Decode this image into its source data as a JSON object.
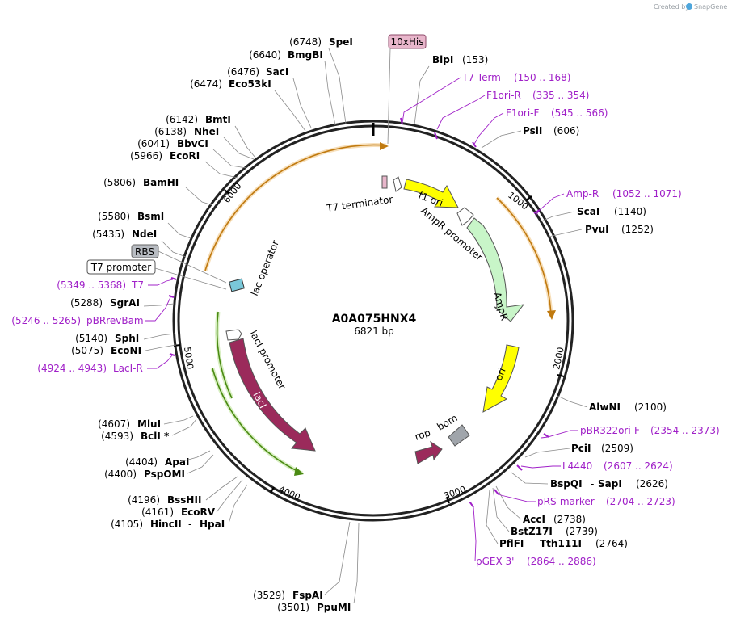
{
  "branding": {
    "created_by": "Created by",
    "app_name": "SnapGene"
  },
  "plasmid": {
    "name": "A0A075HNX4",
    "length_label": "6821 bp"
  },
  "ticks": [
    "1000",
    "2000",
    "3000",
    "4000",
    "5000",
    "6000"
  ],
  "features": {
    "t7_terminator": "T7 terminator",
    "f1_ori": "f1 ori",
    "ampr_promoter": "AmpR promoter",
    "ampr": "AmpR",
    "ori": "ori",
    "rop": "rop",
    "bom": "bom",
    "laci": "lacI",
    "laci_promoter": "lacI promoter",
    "lac_operator": "lac operator"
  },
  "boxed_labels": {
    "his": "10xHis",
    "rbs": "RBS",
    "t7_promoter": "T7 promoter"
  },
  "enzymes": [
    {
      "num": "(6748)",
      "name": "SpeI"
    },
    {
      "num": "(6640)",
      "name": "BmgBI"
    },
    {
      "num": "(6476)",
      "name": "SacI"
    },
    {
      "num": "(6474)",
      "name": "Eco53kI"
    },
    {
      "num": "(6142)",
      "name": "BmtI"
    },
    {
      "num": "(6138)",
      "name": "NheI"
    },
    {
      "num": "(6041)",
      "name": "BbvCI"
    },
    {
      "num": "(5966)",
      "name": "EcoRI"
    },
    {
      "num": "(5806)",
      "name": "BamHI"
    },
    {
      "num": "(5580)",
      "name": "BsmI"
    },
    {
      "num": "(5435)",
      "name": "NdeI"
    },
    {
      "num": "(5288)",
      "name": "SgrAI"
    },
    {
      "num": "(5140)",
      "name": "SphI"
    },
    {
      "num": "(5075)",
      "name": "EcoNI"
    },
    {
      "num": "(4607)",
      "name": "MluI"
    },
    {
      "num": "(4593)",
      "name": "BclI *"
    },
    {
      "num": "(4404)",
      "name": "ApaI"
    },
    {
      "num": "(4400)",
      "name": "PspOMI"
    },
    {
      "num": "(4196)",
      "name": "BssHII"
    },
    {
      "num": "(4161)",
      "name": "EcoRV"
    },
    {
      "num": "(4105)",
      "name": "HincII",
      "name2": "HpaI"
    },
    {
      "num": "(3529)",
      "name": "FspAI"
    },
    {
      "num": "(3501)",
      "name": "PpuMI"
    },
    {
      "num": "(153)",
      "name": "BlpI"
    },
    {
      "num": "(606)",
      "name": "PsiI"
    },
    {
      "num": "(1140)",
      "name": "ScaI"
    },
    {
      "num": "(1252)",
      "name": "PvuI"
    },
    {
      "num": "(2100)",
      "name": "AlwNI"
    },
    {
      "num": "(2509)",
      "name": "PciI"
    },
    {
      "num": "(2626)",
      "name": "BspQI",
      "name2": "SapI"
    },
    {
      "num": "(2738)",
      "name": "AccI"
    },
    {
      "num": "(2739)",
      "name": "BstZ17I"
    },
    {
      "num": "(2764)",
      "name": "PflFI",
      "name2": "Tth111I"
    }
  ],
  "primers": [
    {
      "name": "T7 Term",
      "range": "(150 .. 168)"
    },
    {
      "name": "F1ori-R",
      "range": "(335 .. 354)"
    },
    {
      "name": "F1ori-F",
      "range": "(545 .. 566)"
    },
    {
      "name": "Amp-R",
      "range": "(1052 .. 1071)"
    },
    {
      "name": "pBR322ori-F",
      "range": "(2354 .. 2373)"
    },
    {
      "name": "L4440",
      "range": "(2607 .. 2624)"
    },
    {
      "name": "pRS-marker",
      "range": "(2704 .. 2723)"
    },
    {
      "name": "pGEX 3'",
      "range": "(2864 .. 2886)"
    },
    {
      "name": "T7",
      "range": "(5349 .. 5368)"
    },
    {
      "name": "pBRrevBam",
      "range": "(5246 .. 5265)"
    },
    {
      "name": "LacI-R",
      "range": "(4924 .. 4943)"
    }
  ],
  "colors": {
    "backbone": "#222222",
    "orange_arc": "#e8a33a",
    "green_arc": "#6fb426",
    "f1_ori": "#ffff00",
    "ori": "#ffff00",
    "ampr": "#c8f5c8",
    "laci": "#9b2a5b",
    "rop": "#9b2a5b",
    "bom": "#a0a5ab",
    "primer": "#a020c8",
    "box_pink": "#e8b6cb",
    "box_gray": "#b8bcc2"
  }
}
